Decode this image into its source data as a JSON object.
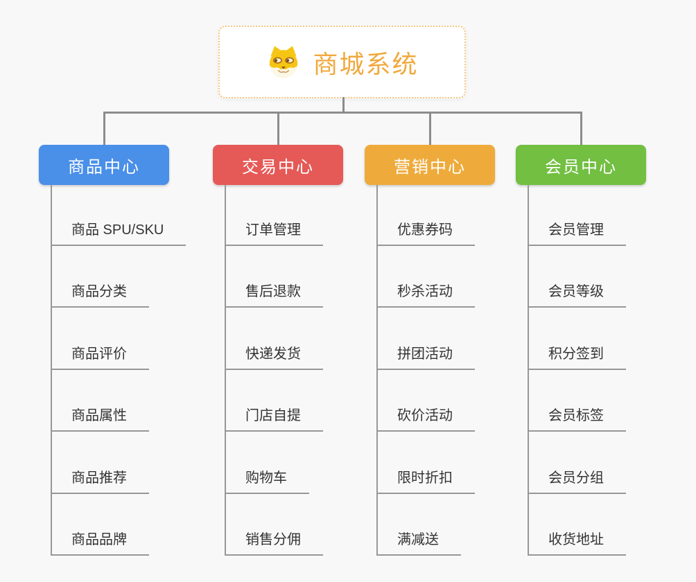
{
  "root": {
    "title": "商城系统",
    "icon": "shiba-dog-icon"
  },
  "branches": [
    {
      "label": "商品中心",
      "color": "#4a8fe8",
      "items": [
        "商品 SPU/SKU",
        "商品分类",
        "商品评价",
        "商品属性",
        "商品推荐",
        "商品品牌"
      ]
    },
    {
      "label": "交易中心",
      "color": "#e55a57",
      "items": [
        "订单管理",
        "售后退款",
        "快递发货",
        "门店自提",
        "购物车",
        "销售分佣"
      ]
    },
    {
      "label": "营销中心",
      "color": "#eeab3c",
      "items": [
        "优惠券码",
        "秒杀活动",
        "拼团活动",
        "砍价活动",
        "限时折扣",
        "满减送"
      ]
    },
    {
      "label": "会员中心",
      "color": "#72bf42",
      "items": [
        "会员管理",
        "会员等级",
        "积分签到",
        "会员标签",
        "会员分组",
        "收货地址"
      ]
    }
  ],
  "colors": {
    "background": "#f8f8f8",
    "connector": "#8c8c8c",
    "leaf_line": "#979797",
    "leaf_text": "#333333",
    "root_text": "#f0a93e",
    "root_border": "#f4c77d"
  }
}
